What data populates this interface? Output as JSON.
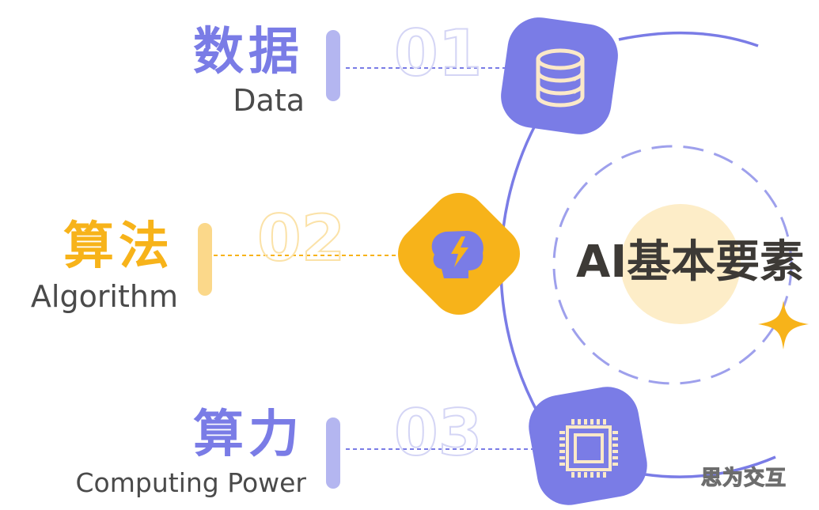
{
  "diagram": {
    "center_title": "AI基本要素",
    "watermark": "思为交互",
    "colors": {
      "primary": "#7a7ce6",
      "primary_light": "#b4b6f0",
      "accent": "#f7b31a",
      "accent_light": "#fbd88a",
      "center_disc": "#fdedc8",
      "text_dark": "#3d3a36",
      "text_gray": "#4a4a4a"
    },
    "items": [
      {
        "number": "01",
        "title_cn": "数据",
        "title_en": "Data",
        "icon": "database-icon"
      },
      {
        "number": "02",
        "title_cn": "算法",
        "title_en": "Algorithm",
        "icon": "brain-lightning-icon"
      },
      {
        "number": "03",
        "title_cn": "算力",
        "title_en": "Computing Power",
        "icon": "chip-icon"
      }
    ]
  }
}
